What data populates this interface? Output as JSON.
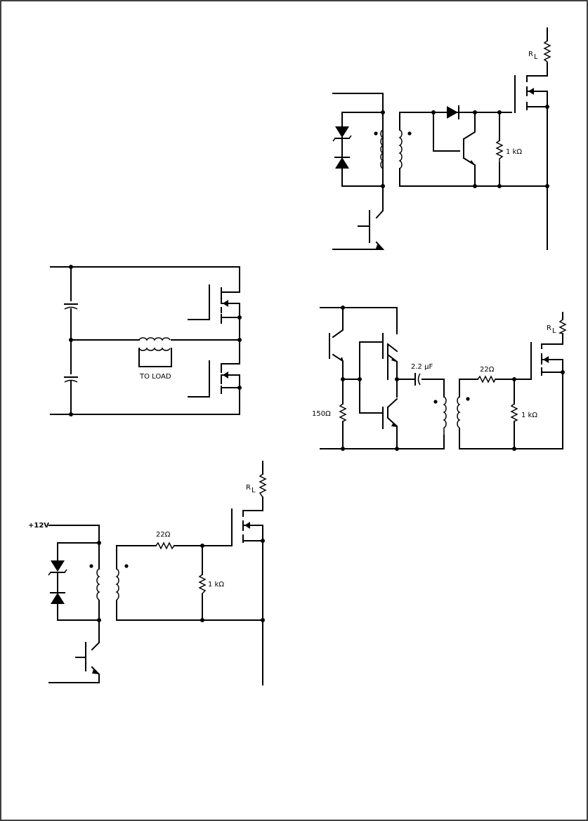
{
  "labels": {
    "rl_top": "R",
    "rl_top_sub": "L",
    "r_1k_top": "1 kΩ",
    "to_load": "TO LOAD",
    "cap_2_2uf": "2.2 μF",
    "r_22_mid": "22Ω",
    "r_150": "150Ω",
    "r_1k_mid": "1 kΩ",
    "rl_mid": "R",
    "rl_mid_sub": "L",
    "supply_12v": "+12V",
    "r_22_bot": "22Ω",
    "r_1k_bot": "1 kΩ",
    "rl_bot": "R",
    "rl_bot_sub": "L"
  }
}
